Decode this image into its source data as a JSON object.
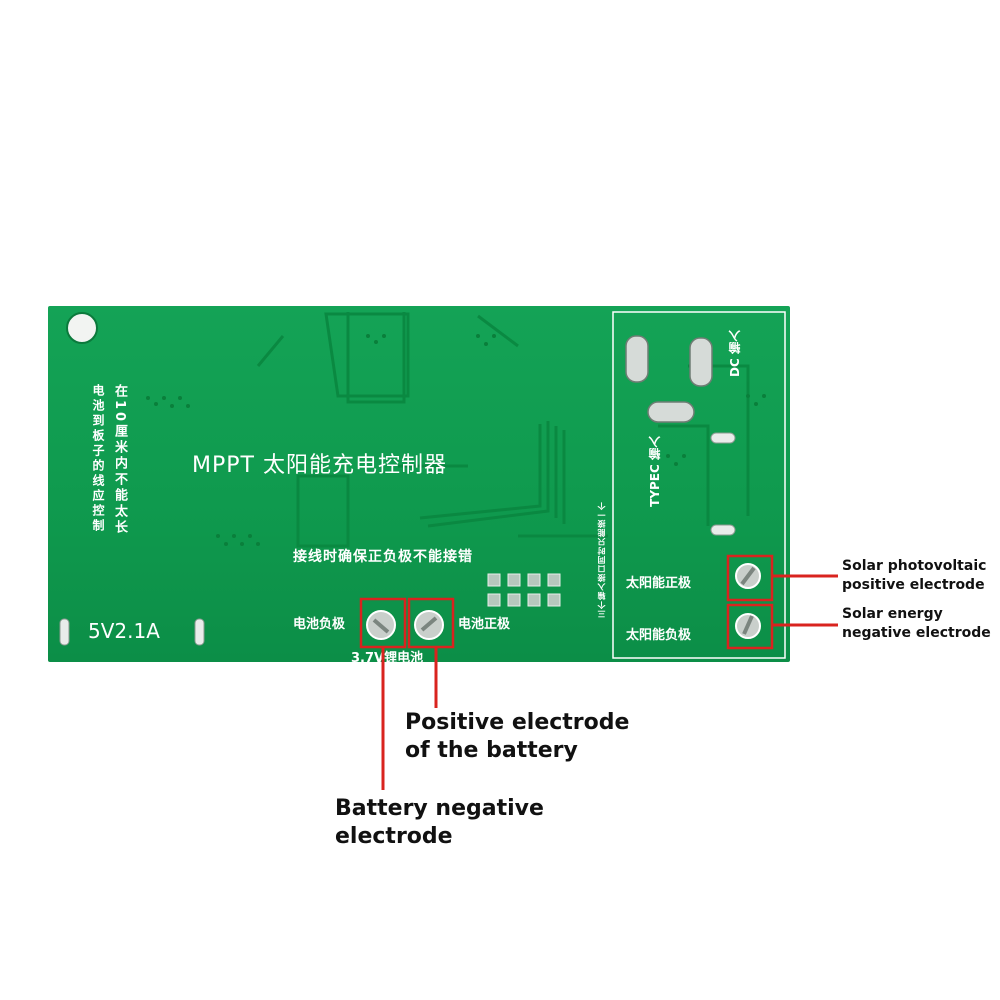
{
  "board": {
    "title": "MPPT 太阳能充电控制器",
    "wiring_note": "接线时确保正负极不能接错",
    "distance_note_line1": "电池到板子的线应控制",
    "distance_note_line2": "在10厘米内不能太长",
    "rating": "5V2.1A",
    "battery_negative_label": "电池负极",
    "battery_positive_label": "电池正极",
    "battery_spec": "3.7V锂电池",
    "solar_positive_label": "太阳能正极",
    "solar_negative_label": "太阳能负极",
    "dc_input_label": "DC 输入",
    "typec_input_label": "TYPEC 输入",
    "single_input_note": "三个输入接口同时只能接一个"
  },
  "annotations": {
    "solar_pv_positive_line1": "Solar photovoltaic",
    "solar_pv_positive_line2": "positive electrode",
    "solar_negative_line1": "Solar energy",
    "solar_negative_line2": "negative electrode",
    "battery_positive_line1": "Positive electrode",
    "battery_positive_line2": "of the battery",
    "battery_negative_line1": "Battery negative",
    "battery_negative_line2": "electrode"
  },
  "colors": {
    "pcb_green": "#109c50",
    "silkscreen": "#ffffff",
    "callout_red": "#d9231f",
    "callout_text": "#111111",
    "pad_tin": "#c9cfcb"
  },
  "icons": {
    "mounting_hole": "circle",
    "solder_pad": "tinned-pad"
  }
}
